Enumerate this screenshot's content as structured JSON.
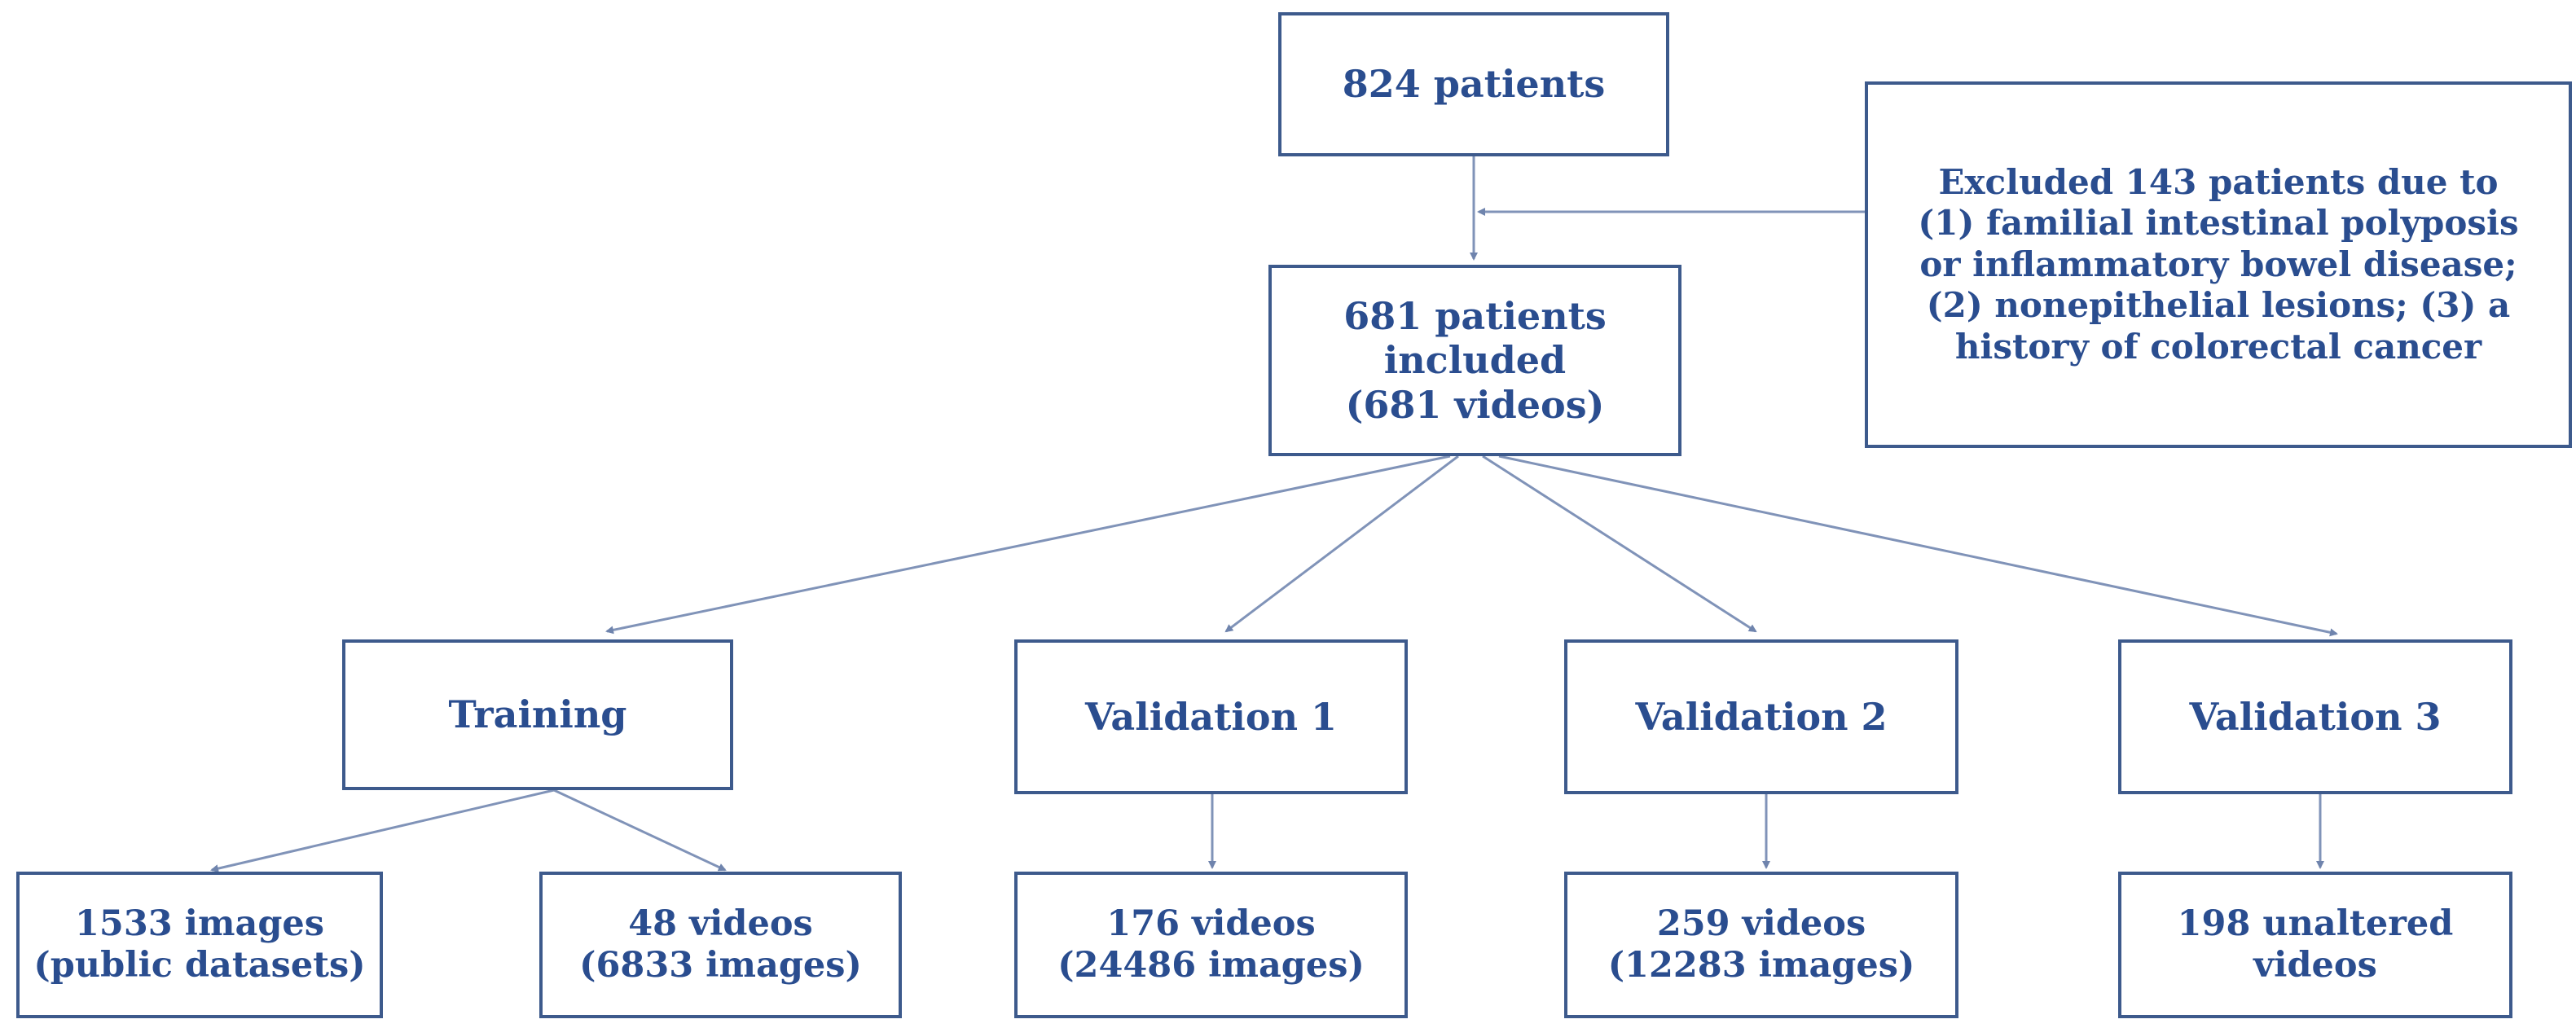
{
  "colors": {
    "text": "#2a4d8f",
    "border": "#3d5a8c",
    "arrow": "#8093b8",
    "background": "#ffffff"
  },
  "boxes": {
    "enrolled": {
      "lines": [
        "824 patients"
      ]
    },
    "exclusion": {
      "lines": [
        "Excluded 143  patients due to",
        "(1) familial intestinal polyposis",
        "or inflammatory bowel disease;",
        "(2) nonepithelial lesions; (3) a",
        "history of colorectal cancer"
      ]
    },
    "included": {
      "lines": [
        "681 patients",
        "included",
        "(681 videos)"
      ]
    },
    "training": {
      "lines": [
        "Training"
      ]
    },
    "validation1": {
      "lines": [
        "Validation 1"
      ]
    },
    "validation2": {
      "lines": [
        "Validation 2"
      ]
    },
    "validation3": {
      "lines": [
        "Validation 3"
      ]
    },
    "training_images": {
      "lines": [
        "1533 images",
        "(public datasets)"
      ]
    },
    "training_videos": {
      "lines": [
        "48 videos",
        "(6833 images)"
      ]
    },
    "validation1_videos": {
      "lines": [
        "176 videos",
        "(24486 images)"
      ]
    },
    "validation2_videos": {
      "lines": [
        "259 videos",
        "(12283 images)"
      ]
    },
    "validation3_videos": {
      "lines": [
        "198 unaltered",
        "videos"
      ]
    }
  }
}
